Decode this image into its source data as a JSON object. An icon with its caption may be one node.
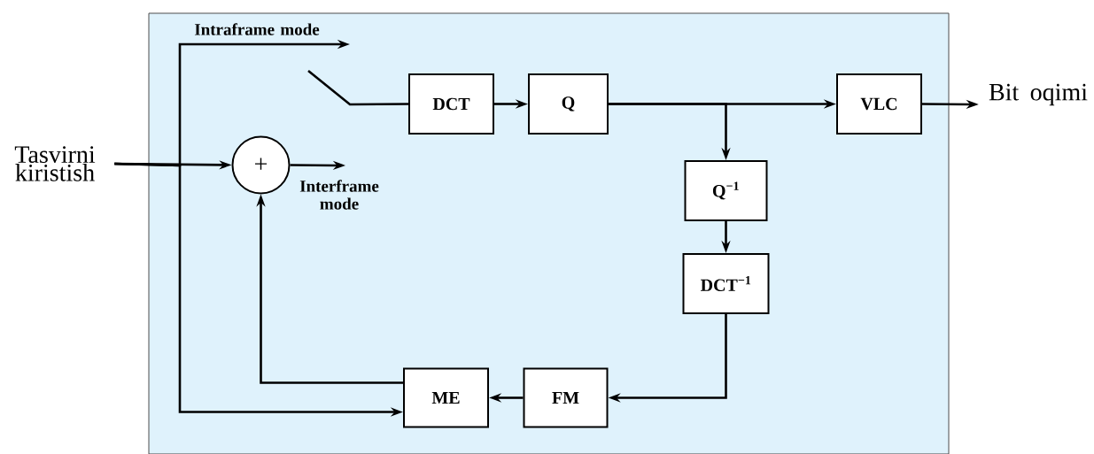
{
  "diagram": {
    "nodes": [
      {
        "text": [],
        "shape": "box"
      },
      {
        "text": [
          "Tasvirni kiristish"
        ]
      },
      {
        "text": [
          "+"
        ],
        "in": 0
      },
      {
        "text": [
          "DCT"
        ],
        "in": 0
      },
      {
        "text": [
          "Q"
        ],
        "in": 0
      },
      {
        "text": [
          "VLC"
        ],
        "in": 0
      },
      {
        "text": [
          "Q$^{−1}$"
        ],
        "in": 0
      },
      {
        "text": [
          "DCT$^{−1}$"
        ],
        "in": 0
      },
      {
        "text": [
          "FM"
        ],
        "in": 0
      },
      {
        "text": [
          "ME"
        ],
        "in": 0
      },
      {
        "text": [
          "Bit oqimi"
        ]
      }
    ],
    "edges": [
      {
        "from": 1,
        "to": 2,
        "arrow": "to"
      },
      {
        "from": 1,
        "to": null,
        "arrow": "to",
        "label": "Intraframe mode"
      },
      {
        "from": 1,
        "to": 9,
        "arrow": "to"
      },
      {
        "from": 2,
        "to": null,
        "arrow": "to",
        "label": "Interframe mode"
      },
      {
        "from": null,
        "to": 3,
        "arrow": "none"
      },
      {
        "from": 3,
        "to": 4,
        "arrow": "to"
      },
      {
        "from": 4,
        "to": 5,
        "arrow": "to"
      },
      {
        "from": 4,
        "to": 6,
        "arrow": "to"
      },
      {
        "from": 6,
        "to": 7,
        "arrow": "to"
      },
      {
        "from": 7,
        "to": 8,
        "arrow": "to"
      },
      {
        "from": 8,
        "to": 9,
        "arrow": "to"
      },
      {
        "from": 9,
        "to": 2,
        "arrow": "to"
      },
      {
        "from": 5,
        "to": 10,
        "arrow": "to"
      }
    ]
  }
}
